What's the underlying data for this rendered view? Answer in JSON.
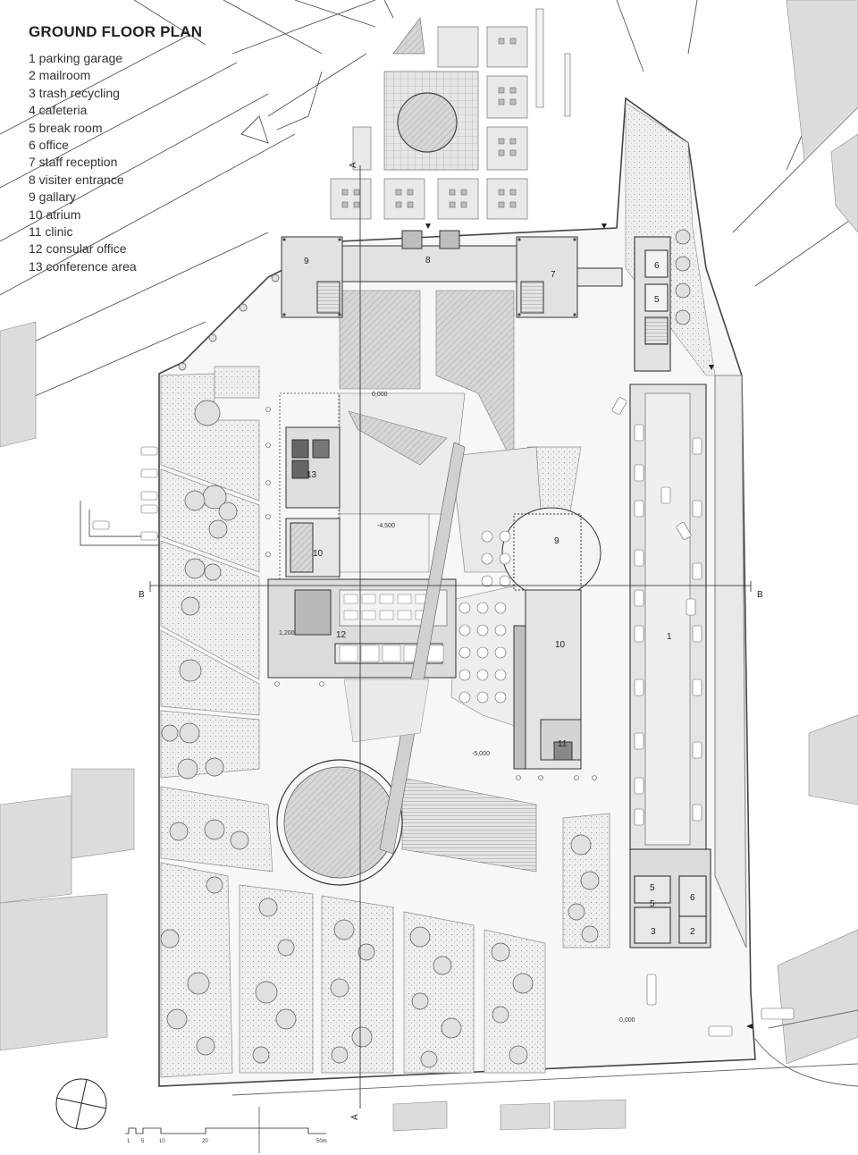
{
  "title": "GROUND FLOOR PLAN",
  "legend": [
    {
      "num": "1",
      "name": "parking garage"
    },
    {
      "num": "2",
      "name": "mailroom"
    },
    {
      "num": "3",
      "name": "trash recycling"
    },
    {
      "num": "4",
      "name": "cafeteria"
    },
    {
      "num": "5",
      "name": "break room"
    },
    {
      "num": "6",
      "name": "office"
    },
    {
      "num": "7",
      "name": "staff reception"
    },
    {
      "num": "8",
      "name": "visiter entrance"
    },
    {
      "num": "9",
      "name": "gallary"
    },
    {
      "num": "10",
      "name": "atrium"
    },
    {
      "num": "11",
      "name": "clinic"
    },
    {
      "num": "12",
      "name": "consular office"
    },
    {
      "num": "13",
      "name": "conference area"
    }
  ],
  "legend_lines": [
    "1 parking garage",
    "2 mailroom",
    "3 trash recycling",
    "4 cafeteria",
    "5 break room",
    "6 office",
    "7 staff reception",
    "8 visiter entrance",
    "9 gallary",
    "10 atrium",
    "11 clinic",
    "12 consular office",
    "13 conference area"
  ],
  "room_labels": {
    "r9_west": "9",
    "r8": "8",
    "r7": "7",
    "r6_north": "6",
    "r5_north": "5",
    "r13": "13",
    "r10_west": "10",
    "r12": "12",
    "r9_east": "9",
    "r10_east": "10",
    "r11": "11",
    "r1": "1",
    "r5_a": "5",
    "r5_b": "5",
    "r6_south": "6",
    "r3": "3",
    "r2": "2"
  },
  "levels": {
    "plaza": "0,000",
    "sunken": "-4,500",
    "mezz": "1,200",
    "lower": "-5,000",
    "street": "0,000"
  },
  "section_marks": {
    "a_top": "A",
    "a_bottom": "A",
    "b_left": "B",
    "b_right": "B"
  },
  "scale_bar": {
    "ticks": [
      "1",
      "5",
      "10",
      "20",
      "50m"
    ]
  },
  "colors": {
    "line": "#333333",
    "building": "#d9d9d9",
    "wall": "#4a4a4a",
    "ground": "#f1f1f1",
    "tree": "#e2e2e2",
    "dotted": "#c8c8c8"
  }
}
